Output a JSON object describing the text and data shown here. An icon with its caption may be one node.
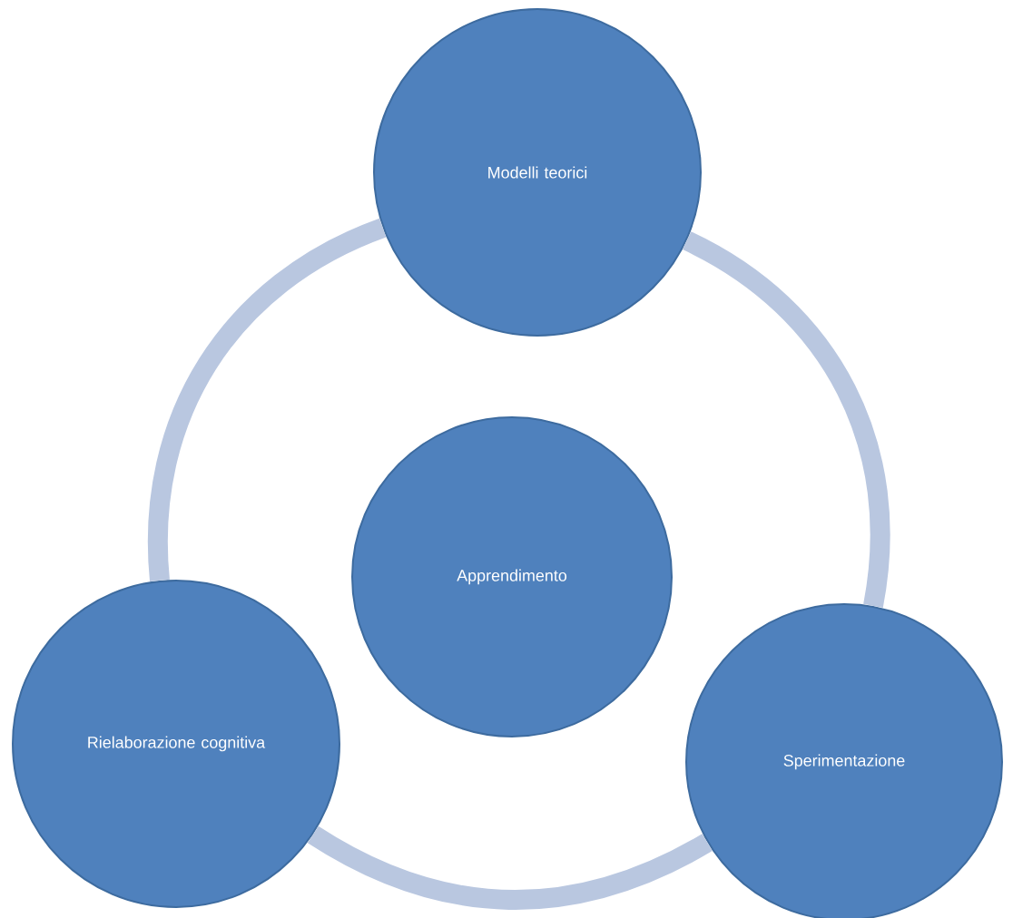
{
  "diagram": {
    "nodes": [
      {
        "text": [
          "Modelli teorici"
        ]
      },
      {
        "text": [
          "Apprendimento"
        ]
      },
      {
        "text": [
          "Rielaborazione cognitiva"
        ]
      },
      {
        "text": [
          "Sperimentazione"
        ]
      }
    ],
    "edges": [
      {
        "from": 0,
        "to": 2,
        "arrow": "none"
      },
      {
        "from": 0,
        "to": 3,
        "arrow": "none"
      },
      {
        "from": 2,
        "to": 3,
        "arrow": "none"
      }
    ]
  }
}
